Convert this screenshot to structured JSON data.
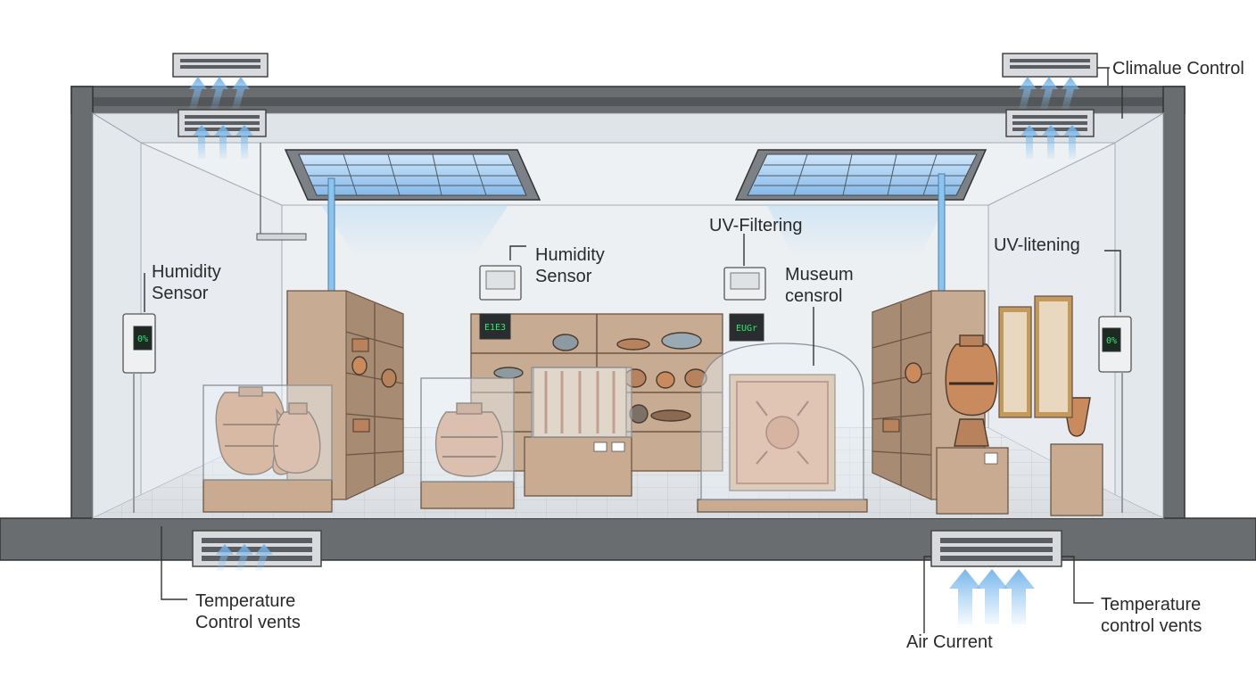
{
  "labels": {
    "climate_control": "Climalue Control",
    "humidity_sensor_left": "Humidity\nSensor",
    "humidity_sensor_center": "Humidity\nSensor",
    "uv_filtering_center": "UV-Filtering",
    "uv_filtering_right": "UV-litening",
    "museum_control": "Museum\ncensrol",
    "temp_vents_left": "Temperature\nControl vents",
    "air_current": "Air Current",
    "temp_vents_right": "Temperature\ncontrol vents"
  },
  "displays": {
    "wall_left": "0%",
    "sensor_center": "E1E3",
    "sensor_right": "EUGr",
    "wall_right": "0%"
  },
  "colors": {
    "building": "#6a6d70",
    "wall": "#e9edf1",
    "air_flow": "#8cc4f0",
    "wood": "#c7ab92",
    "terracotta": "#c98a5e",
    "display_led": "#35e86a"
  }
}
